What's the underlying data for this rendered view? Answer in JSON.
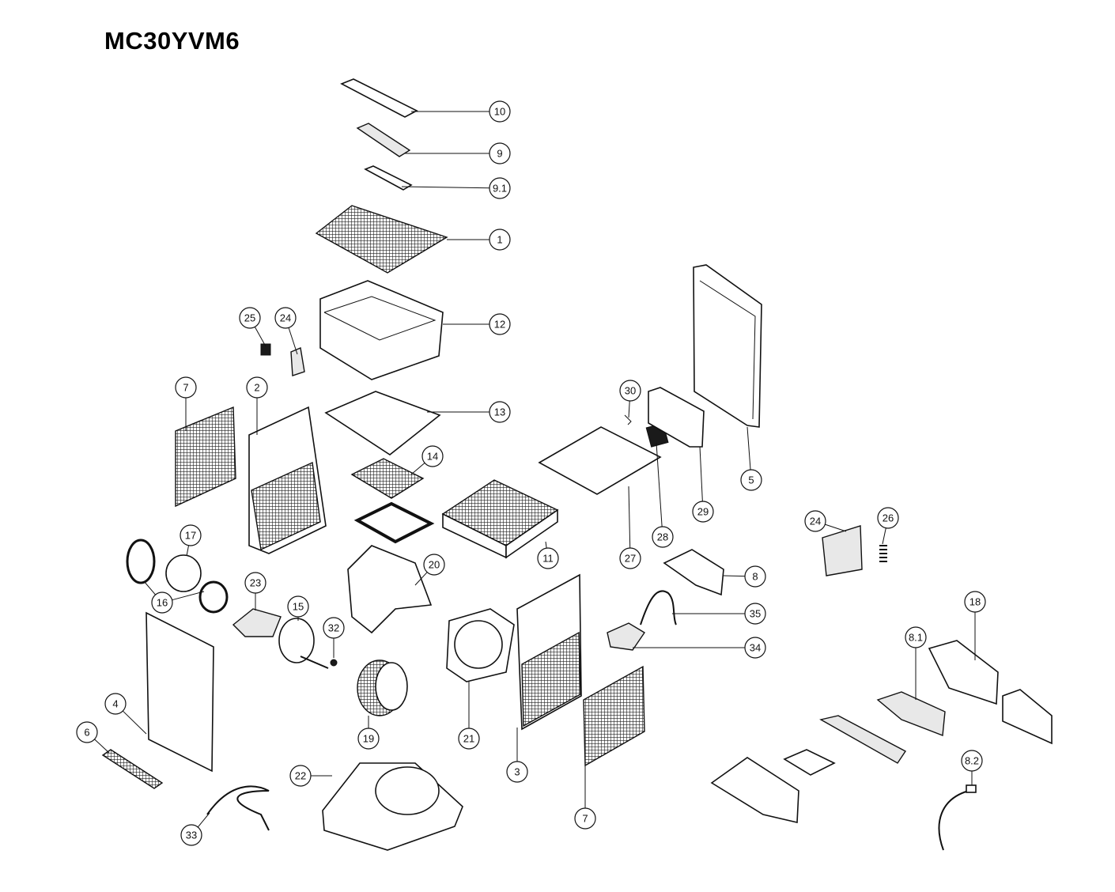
{
  "title": "MC30YVM6",
  "callouts": [
    "10",
    "9",
    "9.1",
    "1",
    "12",
    "25",
    "24",
    "7",
    "2",
    "13",
    "14",
    "30",
    "29",
    "5",
    "28",
    "27",
    "11",
    "24",
    "26",
    "8",
    "17",
    "16",
    "23",
    "15",
    "32",
    "20",
    "35",
    "34",
    "18",
    "8.1",
    "4",
    "6",
    "19",
    "21",
    "3",
    "7",
    "22",
    "33",
    "8.2"
  ]
}
